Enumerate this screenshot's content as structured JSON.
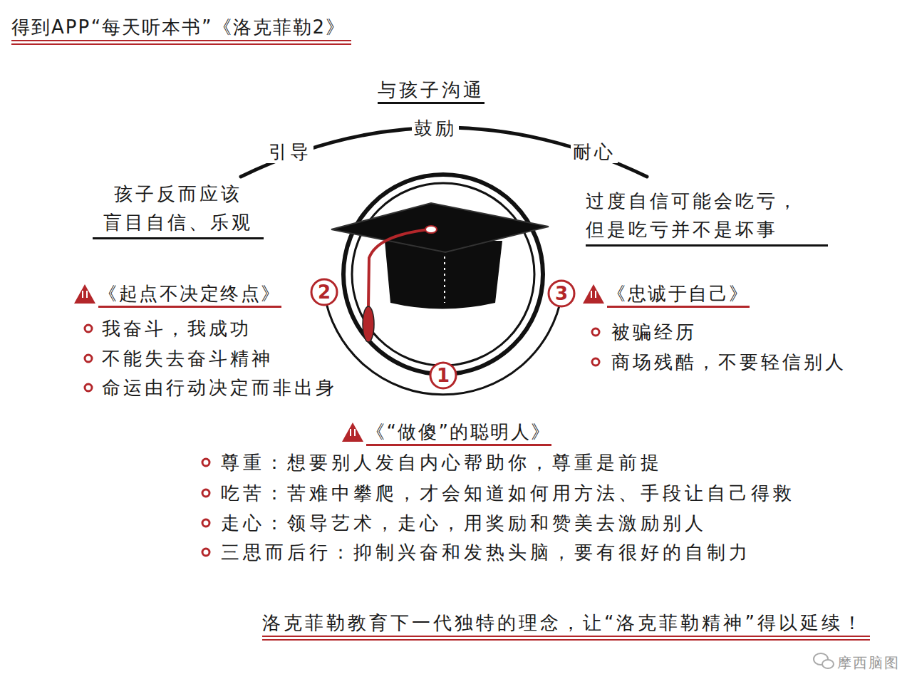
{
  "diagram": {
    "title": "得到APP“每天听本书”《洛克菲勒2》",
    "caption": "洛克菲勒教育下一代独特的理念，让“洛克菲勒精神”得以延续！",
    "nodes": [
      {
        "text": [
          "2"
        ]
      },
      {
        "text": [
          "3"
        ]
      },
      {
        "text": [
          "1"
        ]
      }
    ],
    "labels": [
      "与孩子沟通",
      "引导",
      "鼓励",
      "耐心",
      "孩子反而应该 盲目自信、乐观",
      "过度自信可能会吃亏， 但是吃亏并不是坏事",
      "《起点不决定终点》",
      "我奋斗，我成功",
      "不能失去奋斗精神",
      "命运由行动决定而非出身",
      "《忠诚于自己》",
      "被骗经历",
      "商场残酷，不要轻信别人",
      "《“做傻”的聪明人》",
      "尊重：想要别人发自内心帮助你，尊重是前提",
      "吃苦：苦难中攀爬，才会知道如何用方法、手段让自己得救",
      "走心：领导艺术，走心，用奖励和赞美去激励别人",
      "三思而后行：抑制兴奋和发热头脑，要有很好的自制力",
      "摩西脑图"
    ]
  }
}
